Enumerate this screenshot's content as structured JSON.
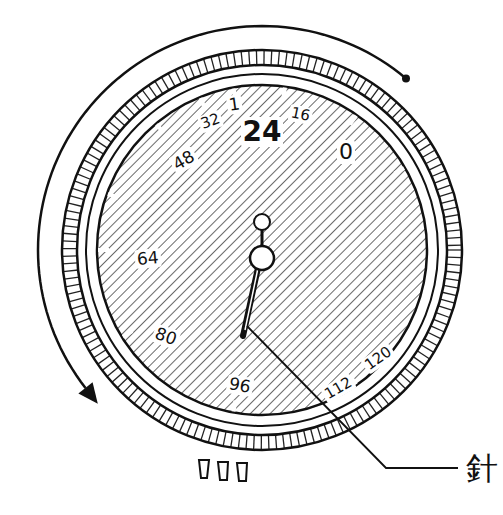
{
  "diagram": {
    "labels": [
      "1",
      "32",
      "16",
      "24",
      "0",
      "48",
      "64",
      "80",
      "96",
      "112",
      "120",
      "針"
    ]
  }
}
